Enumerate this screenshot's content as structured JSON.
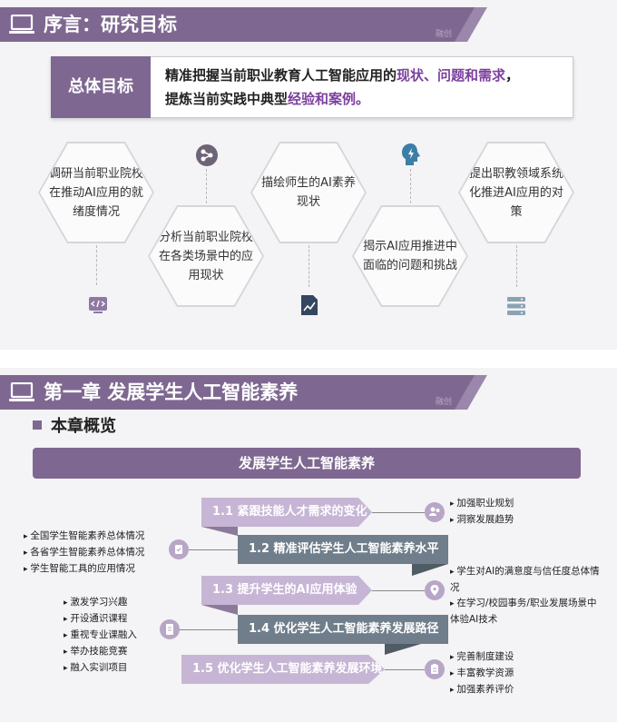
{
  "slide1": {
    "title": "序言：研究目标",
    "watermark": "融创",
    "goal_label": "总体目标",
    "goal_line1_a": "精准把握当前职业教育人工智能应用的",
    "goal_line1_hl": "现状、问题和需求",
    "goal_line1_b": "，",
    "goal_line2_a": "提炼当前实践中典型",
    "goal_line2_hl": "经验和案例。",
    "hexagons": [
      {
        "text": "调研当前职业院校在推动AI应用的就绪度情况"
      },
      {
        "text": "分析当前职业院校在各类场景中的应用现状"
      },
      {
        "text": "描绘师生的AI素养现状"
      },
      {
        "text": "揭示AI应用推进中面临的问题和挑战"
      },
      {
        "text": "提出职教领域系统化推进AI应用的对策"
      }
    ],
    "icons": [
      "share-icon",
      "code-icon",
      "chart-icon",
      "brain-icon",
      "server-icon"
    ]
  },
  "slide2": {
    "title": "第一章 发展学生人工智能素养",
    "watermark": "融创",
    "section_title": "本章概览",
    "banner": "发展学生人工智能素养",
    "steps": [
      "1.1 紧跟技能人才需求的变化",
      "1.2 精准评估学生人工智能素养水平",
      "1.3 提升学生的AI应用体验",
      "1.4 优化学生人工智能素养发展路径",
      "1.5 优化学生人工智能素养发展环境"
    ],
    "right_list_1": [
      "加强职业规划",
      "洞察发展趋势"
    ],
    "left_list_1": [
      "全国学生智能素养总体情况",
      "各省学生智能素养总体情况",
      "学生智能工具的应用情况"
    ],
    "right_list_2": [
      "学生对AI的满意度与信任度总体情况",
      "在学习/校园事务/职业发展场景中体验AI技术"
    ],
    "left_list_2": [
      "激发学习兴趣",
      "开设通识课程",
      "重视专业课融入",
      "举办技能竞赛",
      "融入实训项目"
    ],
    "right_list_3": [
      "完善制度建设",
      "丰富教学资源",
      "加强素养评价"
    ]
  },
  "colors": {
    "accent": "#7e6891",
    "step_light": "#c6b5d4",
    "step_dark": "#6f7e8a",
    "highlight": "#7b3f9e"
  }
}
